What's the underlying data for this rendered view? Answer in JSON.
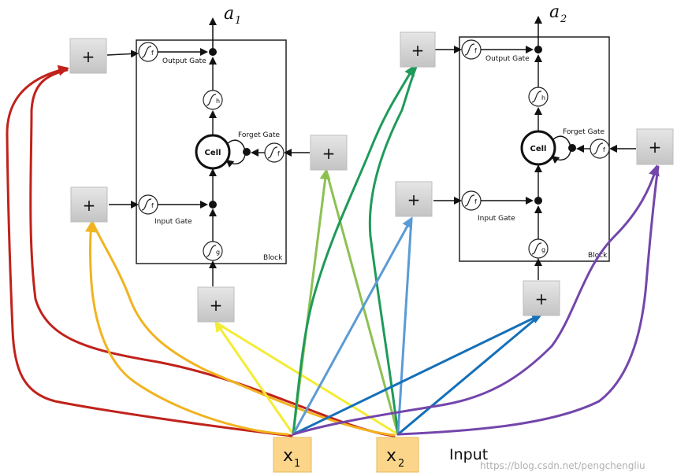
{
  "colors": {
    "red": "#c0221b",
    "orange": "#f1b320",
    "yellow": "#f3ec34",
    "lightgreen": "#8cc152",
    "green": "#1f9a5a",
    "lightblue": "#5b9bd5",
    "blue": "#1570b8",
    "purple": "#7346ab",
    "plus_box": "#d4d4d4",
    "input_box": "#fbd68a"
  },
  "diagram": {
    "block1": {
      "output_label": "a",
      "output_sub": "1",
      "gates": {
        "output_gate": "Output Gate",
        "forget_gate": "Forget Gate",
        "input_gate": "Input Gate"
      },
      "cell": "Cell",
      "block_label": "Block",
      "glyphs": {
        "output": "f",
        "h": "h",
        "forget": "f",
        "input": "f",
        "g": "g"
      }
    },
    "block2": {
      "output_label": "a",
      "output_sub": "2",
      "gates": {
        "output_gate": "Output Gate",
        "forget_gate": "Forget Gate",
        "input_gate": "Input Gate"
      },
      "cell": "Cell",
      "block_label": "Block",
      "glyphs": {
        "output": "f",
        "h": "h",
        "forget": "f",
        "input": "f",
        "g": "g"
      }
    },
    "plus_symbol": "+",
    "inputs": {
      "x1": {
        "main": "x",
        "sub": "1"
      },
      "x2": {
        "main": "x",
        "sub": "2"
      },
      "label": "Input"
    },
    "watermark": "https://blog.csdn.net/pengchengliu"
  }
}
